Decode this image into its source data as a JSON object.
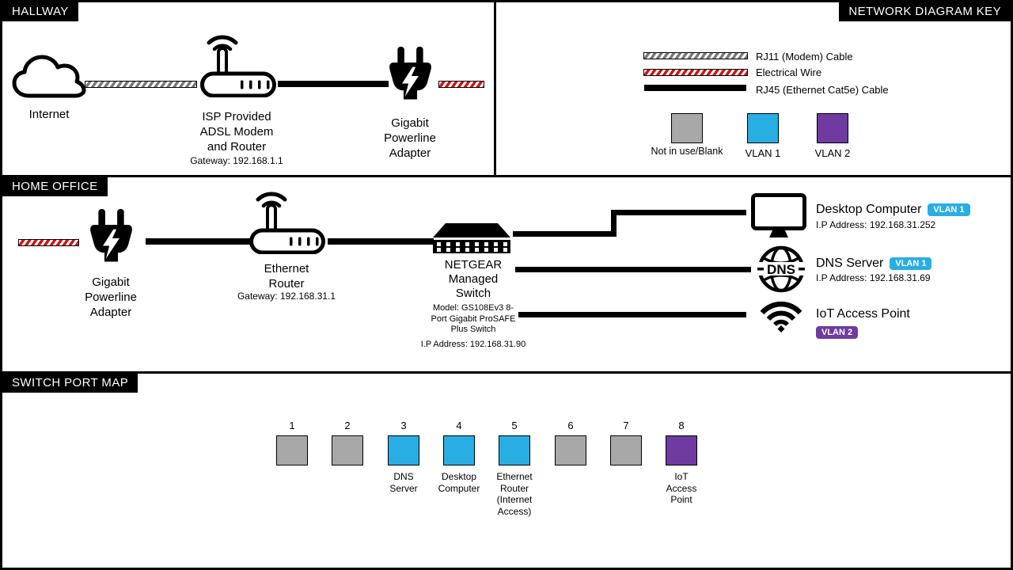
{
  "colors": {
    "vlan1": "#29AEE4",
    "vlan2": "#6F3BA0",
    "blank": "#A8A8A8"
  },
  "hallway": {
    "title": "HALLWAY",
    "internet_label": "Internet",
    "modem_name": "ISP Provided\nADSL Modem\nand Router",
    "modem_gateway": "Gateway: 192.168.1.1",
    "powerline_name": "Gigabit\nPowerline\nAdapter"
  },
  "key": {
    "title": "NETWORK DIAGRAM KEY",
    "cables": [
      {
        "label": "RJ11 (Modem) Cable",
        "type": "rj11"
      },
      {
        "label": "Electrical Wire",
        "type": "electrical"
      },
      {
        "label": "RJ45 (Ethernet Cat5e) Cable",
        "type": "rj45"
      }
    ],
    "swatches": [
      {
        "label": "Not in use/Blank",
        "state": "blank"
      },
      {
        "label": "VLAN 1",
        "state": "vlan1"
      },
      {
        "label": "VLAN 2",
        "state": "vlan2"
      }
    ]
  },
  "home_office": {
    "title": "HOME OFFICE",
    "powerline_name": "Gigabit\nPowerline\nAdapter",
    "router_name": "Ethernet\nRouter",
    "router_gateway": "Gateway: 192.168.31.1",
    "switch_name": "NETGEAR\nManaged\nSwitch",
    "switch_model": "Model: GS108Ev3 8-\nPort Gigabit ProSAFE\nPlus Switch",
    "switch_ip": "I.P Address: 192.168.31.90",
    "devices": [
      {
        "name": "Desktop Computer",
        "vlan": "VLAN 1",
        "vlan_state": "vlan1",
        "ip": "I.P Address: 192.168.31.252"
      },
      {
        "name": "DNS Server",
        "vlan": "VLAN 1",
        "vlan_state": "vlan1",
        "ip": "I.P Address: 192.168.31.69"
      },
      {
        "name": "IoT Access Point",
        "vlan": "VLAN 2",
        "vlan_state": "vlan2",
        "ip": ""
      }
    ]
  },
  "port_map": {
    "title": "SWITCH PORT MAP",
    "ports": [
      {
        "number": "1",
        "state": "blank",
        "label": ""
      },
      {
        "number": "2",
        "state": "blank",
        "label": ""
      },
      {
        "number": "3",
        "state": "vlan1",
        "label": "DNS\nServer"
      },
      {
        "number": "4",
        "state": "vlan1",
        "label": "Desktop\nComputer"
      },
      {
        "number": "5",
        "state": "vlan1",
        "label": "Ethernet\nRouter\n(Internet\nAccess)"
      },
      {
        "number": "6",
        "state": "blank",
        "label": ""
      },
      {
        "number": "7",
        "state": "blank",
        "label": ""
      },
      {
        "number": "8",
        "state": "vlan2",
        "label": "IoT\nAccess\nPoint"
      }
    ]
  }
}
